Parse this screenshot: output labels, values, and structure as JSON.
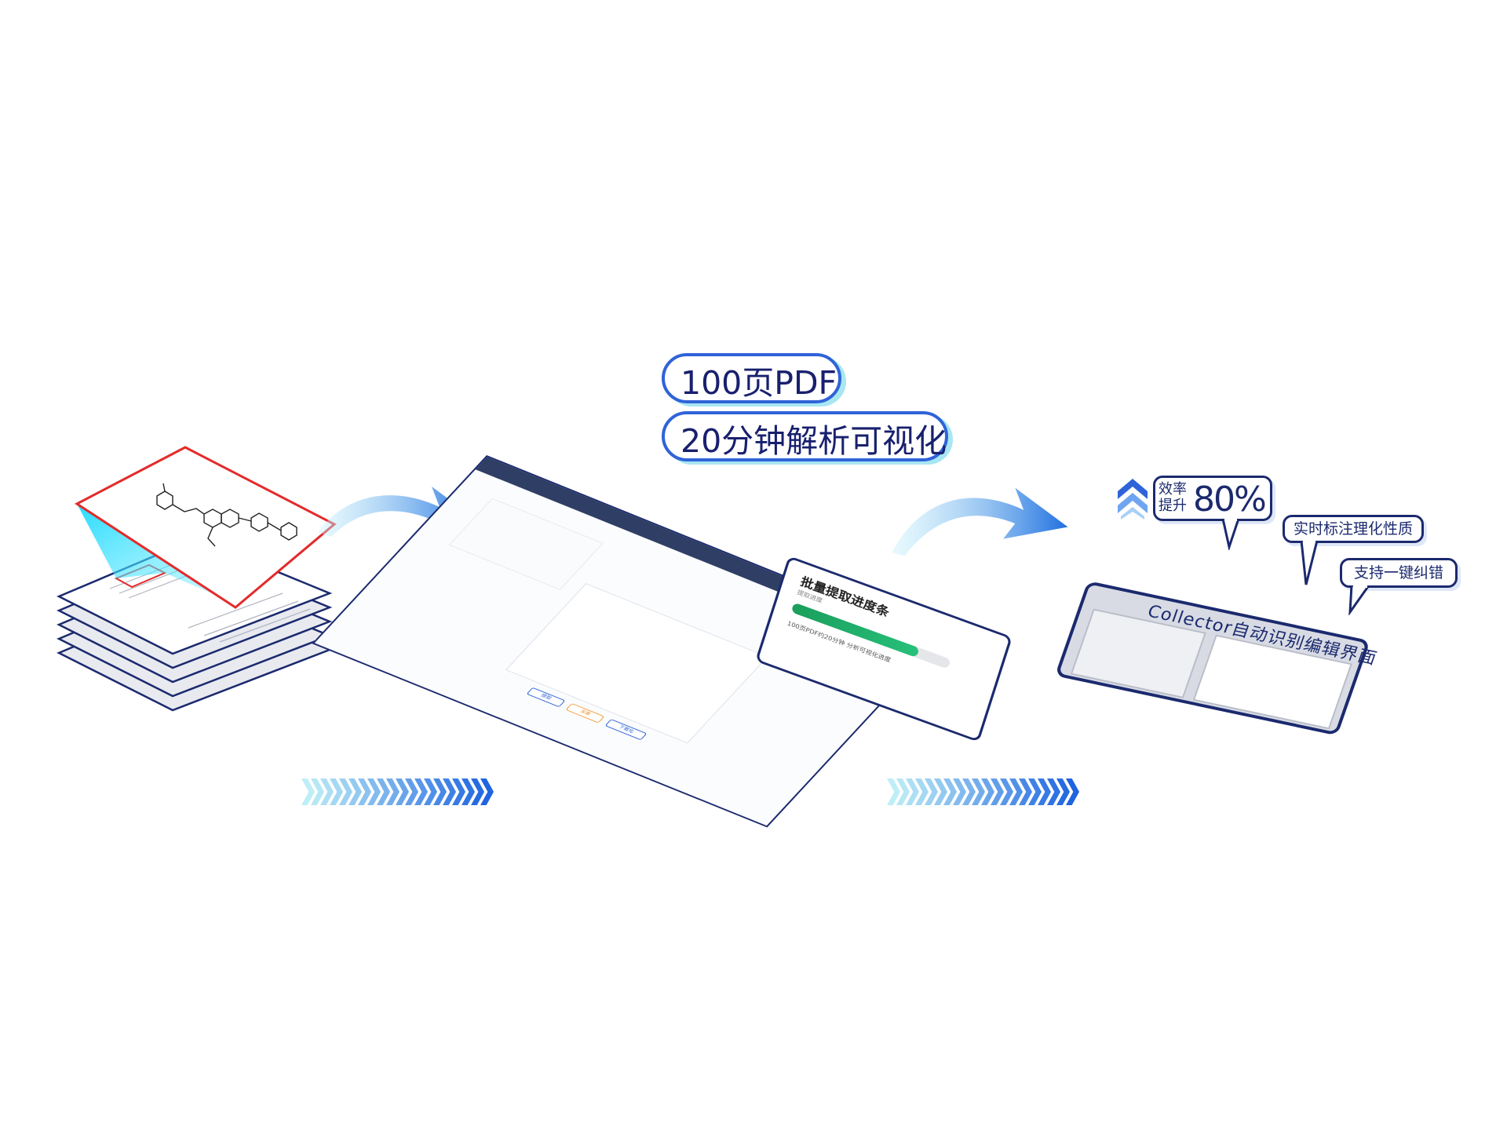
{
  "headline": {
    "pages": "100页PDF",
    "speed": "20分钟解析可视化"
  },
  "features": {
    "efficiency_label_line1": "效率",
    "efficiency_label_line2": "提升",
    "efficiency_value": "80%",
    "property_tag": "实时标注理化性质",
    "correction_tag": "支持一键纠错"
  },
  "collector": {
    "title": "Collector自动识别编辑界面"
  },
  "app_mock": {
    "popup_title": "批量提取进度条",
    "popup_subtitle": "提取进度",
    "popup_footer": "100页PDF约20分钟  分析可视化进度",
    "progress": 0.8,
    "btn_left": "提取",
    "btn_mid": "采集",
    "btn_right": "下载化"
  },
  "colors": {
    "primary": "#2f63d8",
    "navy": "#1b2a6e",
    "cyan": "#a8e6f2",
    "green": "#1a9e5c",
    "red_frame": "#e32b2b"
  },
  "icons": {
    "flow_arrow": "curved-arrow-icon",
    "chevrons": "chevron-right-icon",
    "efficiency": "double-chevron-up-icon"
  }
}
